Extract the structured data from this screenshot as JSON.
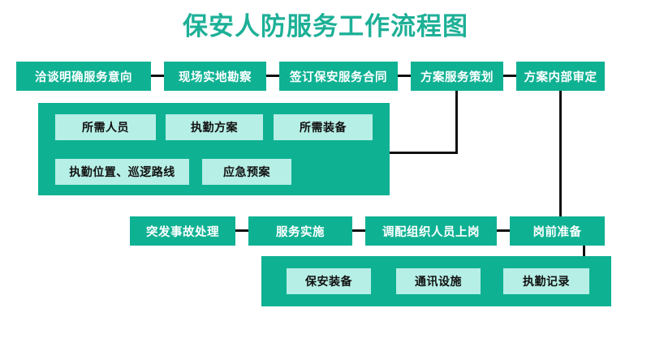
{
  "title": "保安人防服务工作流程图",
  "colors": {
    "accent": "#0FB193",
    "title": "#1DB097",
    "subnode_bg": "#B6EFE5",
    "connector": "#111111",
    "node_text": "#FFFFFF",
    "subnode_text": "#111111",
    "background": "#FFFFFF"
  },
  "rows": {
    "top": [
      {
        "label": "洽谈明确服务意向"
      },
      {
        "label": "现场实地勘察"
      },
      {
        "label": "签订保安服务合同"
      },
      {
        "label": "方案服务策划"
      },
      {
        "label": "方案内部审定"
      }
    ],
    "middle": [
      {
        "label": "突发事故处理"
      },
      {
        "label": "服务实施"
      },
      {
        "label": "调配组织人员上岗"
      },
      {
        "label": "岗前准备"
      }
    ]
  },
  "panels": {
    "plan_detail": {
      "items": [
        {
          "label": "所需人员"
        },
        {
          "label": "执勤方案"
        },
        {
          "label": "所需装备"
        },
        {
          "label": "执勤位置、巡逻路线"
        },
        {
          "label": "应急预案"
        }
      ]
    },
    "preparation_detail": {
      "items": [
        {
          "label": "保安装备"
        },
        {
          "label": "通讯设施"
        },
        {
          "label": "执勤记录"
        }
      ]
    }
  }
}
